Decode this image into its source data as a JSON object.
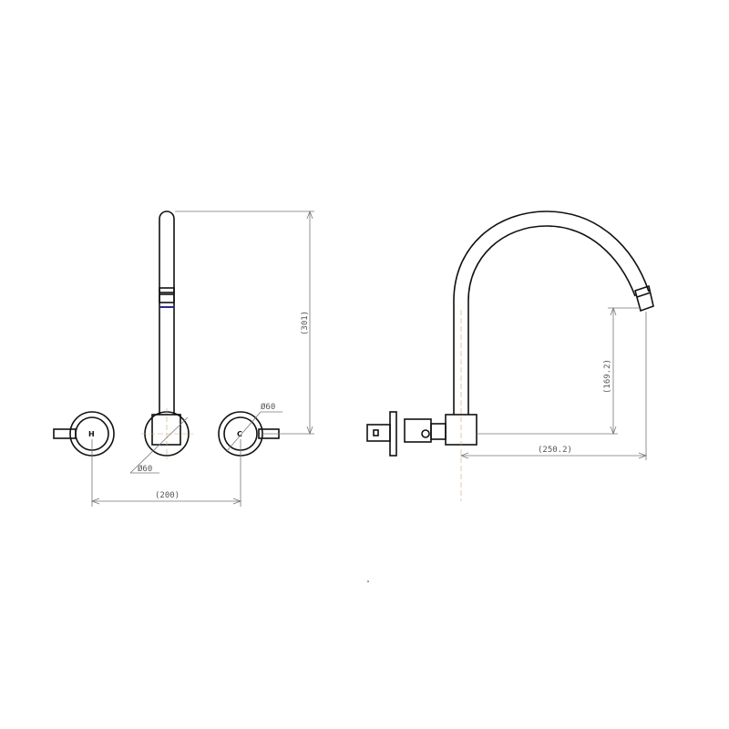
{
  "front_view": {
    "handle_hot_label": "H",
    "handle_cold_label": "C",
    "dim_height": "(301)",
    "dim_spacing": "(200)",
    "dim_diameter_handle": "Ø60",
    "dim_diameter_body": "Ø60"
  },
  "side_view": {
    "dim_outlet_height": "(169.2)",
    "dim_projection": "(250.2)"
  },
  "colors": {
    "line": "#111111",
    "dimension": "#777777",
    "aerator_band": "#2a2a8a"
  }
}
